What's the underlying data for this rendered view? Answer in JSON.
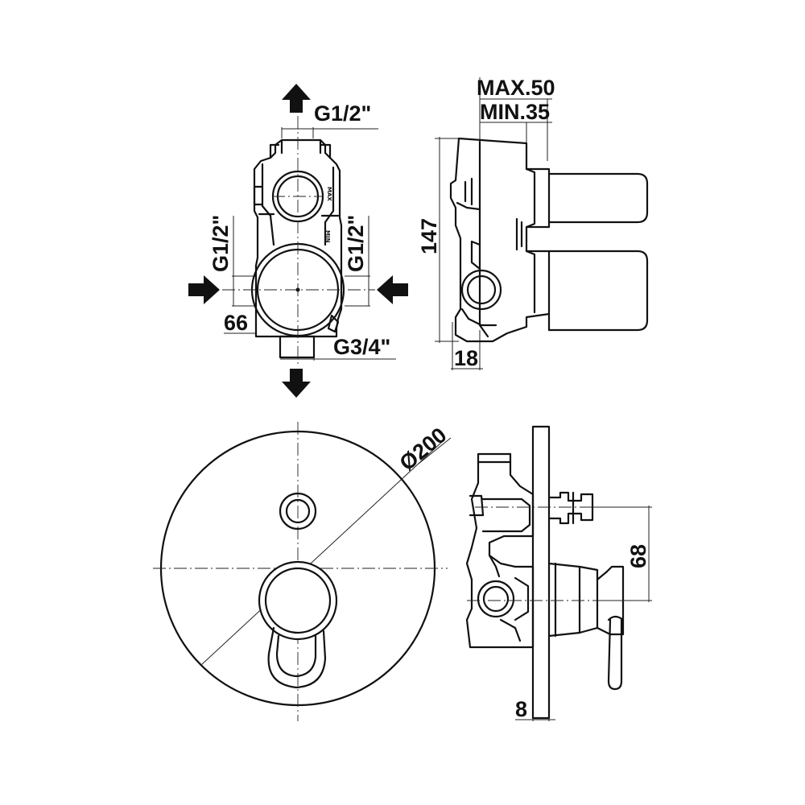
{
  "top_view": {
    "outlet_top": "G1/2\"",
    "inlet_left": "G1/2\"",
    "inlet_right": "G1/2\"",
    "width_left": "66",
    "outlet_bottom": "G3/4\"",
    "max_mark": "MAX",
    "min_mark": "MIN"
  },
  "side_view": {
    "depth_max": "MAX.50",
    "depth_min": "MIN.35",
    "height": "147",
    "offset": "18"
  },
  "front_view": {
    "diameter": "Ø200"
  },
  "installed_view": {
    "spacing": "68",
    "plate_thickness": "8"
  }
}
